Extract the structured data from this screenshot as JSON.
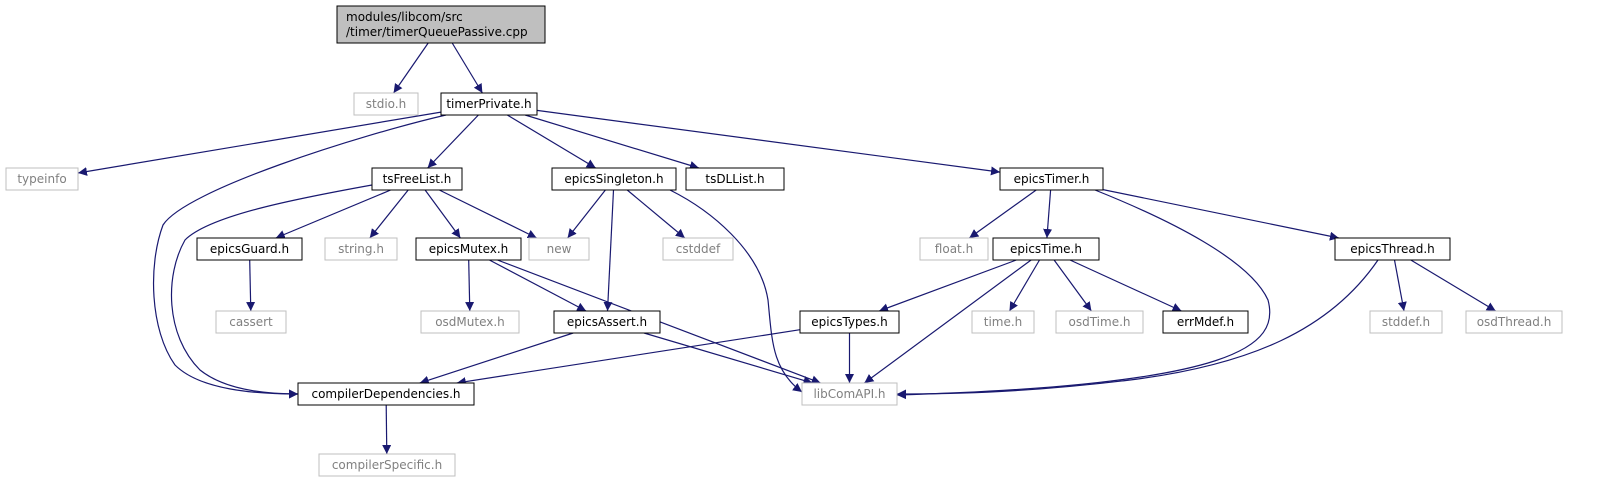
{
  "diagram": {
    "title": "modules/libcom/src/timer/timerQueuePassive.cpp",
    "colors": {
      "edge": "#191970",
      "node_border": "#000000",
      "external_border": "#bfbfbf",
      "external_text": "#808080",
      "root_fill": "#bfbfbf",
      "node_text": "#000000"
    },
    "nodes": [
      {
        "id": "root",
        "lines": [
          "modules/libcom/src",
          "/timer/timerQueuePassive.cpp"
        ],
        "style": "root"
      },
      {
        "id": "stdio",
        "lines": [
          "stdio.h"
        ],
        "style": "external"
      },
      {
        "id": "timerPrivate",
        "lines": [
          "timerPrivate.h"
        ],
        "style": "internal"
      },
      {
        "id": "typeinfo",
        "lines": [
          "typeinfo"
        ],
        "style": "external"
      },
      {
        "id": "tsFreeList",
        "lines": [
          "tsFreeList.h"
        ],
        "style": "internal"
      },
      {
        "id": "epicsSingleton",
        "lines": [
          "epicsSingleton.h"
        ],
        "style": "internal"
      },
      {
        "id": "tsDLList",
        "lines": [
          "tsDLList.h"
        ],
        "style": "internal"
      },
      {
        "id": "epicsTimer",
        "lines": [
          "epicsTimer.h"
        ],
        "style": "internal"
      },
      {
        "id": "epicsGuard",
        "lines": [
          "epicsGuard.h"
        ],
        "style": "internal"
      },
      {
        "id": "string",
        "lines": [
          "string.h"
        ],
        "style": "external"
      },
      {
        "id": "epicsMutex",
        "lines": [
          "epicsMutex.h"
        ],
        "style": "internal"
      },
      {
        "id": "new",
        "lines": [
          "new"
        ],
        "style": "external"
      },
      {
        "id": "cstddef",
        "lines": [
          "cstddef"
        ],
        "style": "external"
      },
      {
        "id": "float",
        "lines": [
          "float.h"
        ],
        "style": "external"
      },
      {
        "id": "epicsTime",
        "lines": [
          "epicsTime.h"
        ],
        "style": "internal"
      },
      {
        "id": "epicsThread",
        "lines": [
          "epicsThread.h"
        ],
        "style": "internal"
      },
      {
        "id": "cassert",
        "lines": [
          "cassert"
        ],
        "style": "external"
      },
      {
        "id": "osdMutex",
        "lines": [
          "osdMutex.h"
        ],
        "style": "external"
      },
      {
        "id": "epicsAssert",
        "lines": [
          "epicsAssert.h"
        ],
        "style": "internal"
      },
      {
        "id": "epicsTypes",
        "lines": [
          "epicsTypes.h"
        ],
        "style": "internal"
      },
      {
        "id": "time",
        "lines": [
          "time.h"
        ],
        "style": "external"
      },
      {
        "id": "osdTime",
        "lines": [
          "osdTime.h"
        ],
        "style": "external"
      },
      {
        "id": "errMdef",
        "lines": [
          "errMdef.h"
        ],
        "style": "internal"
      },
      {
        "id": "stddef",
        "lines": [
          "stddef.h"
        ],
        "style": "external"
      },
      {
        "id": "osdThread",
        "lines": [
          "osdThread.h"
        ],
        "style": "external"
      },
      {
        "id": "compilerDependencies",
        "lines": [
          "compilerDependencies.h"
        ],
        "style": "internal"
      },
      {
        "id": "libComAPI",
        "lines": [
          "libComAPI.h"
        ],
        "style": "external"
      },
      {
        "id": "compilerSpecific",
        "lines": [
          "compilerSpecific.h"
        ],
        "style": "external"
      }
    ],
    "edges": [
      {
        "from": "root",
        "to": "stdio"
      },
      {
        "from": "root",
        "to": "timerPrivate"
      },
      {
        "from": "timerPrivate",
        "to": "typeinfo"
      },
      {
        "from": "timerPrivate",
        "to": "tsFreeList"
      },
      {
        "from": "timerPrivate",
        "to": "epicsSingleton"
      },
      {
        "from": "timerPrivate",
        "to": "tsDLList"
      },
      {
        "from": "timerPrivate",
        "to": "epicsTimer"
      },
      {
        "from": "timerPrivate",
        "to": "compilerDependencies"
      },
      {
        "from": "tsFreeList",
        "to": "epicsGuard"
      },
      {
        "from": "tsFreeList",
        "to": "string"
      },
      {
        "from": "tsFreeList",
        "to": "epicsMutex"
      },
      {
        "from": "tsFreeList",
        "to": "new"
      },
      {
        "from": "tsFreeList",
        "to": "compilerDependencies"
      },
      {
        "from": "epicsSingleton",
        "to": "new"
      },
      {
        "from": "epicsSingleton",
        "to": "cstddef"
      },
      {
        "from": "epicsSingleton",
        "to": "epicsAssert"
      },
      {
        "from": "epicsSingleton",
        "to": "libComAPI"
      },
      {
        "from": "epicsTimer",
        "to": "float"
      },
      {
        "from": "epicsTimer",
        "to": "epicsTime"
      },
      {
        "from": "epicsTimer",
        "to": "epicsThread"
      },
      {
        "from": "epicsTimer",
        "to": "libComAPI"
      },
      {
        "from": "epicsGuard",
        "to": "cassert"
      },
      {
        "from": "epicsMutex",
        "to": "osdMutex"
      },
      {
        "from": "epicsMutex",
        "to": "epicsAssert"
      },
      {
        "from": "epicsMutex",
        "to": "libComAPI"
      },
      {
        "from": "epicsTime",
        "to": "epicsTypes"
      },
      {
        "from": "epicsTime",
        "to": "time"
      },
      {
        "from": "epicsTime",
        "to": "osdTime"
      },
      {
        "from": "epicsTime",
        "to": "errMdef"
      },
      {
        "from": "epicsTime",
        "to": "libComAPI"
      },
      {
        "from": "epicsThread",
        "to": "stddef"
      },
      {
        "from": "epicsThread",
        "to": "osdThread"
      },
      {
        "from": "epicsThread",
        "to": "libComAPI"
      },
      {
        "from": "epicsAssert",
        "to": "compilerDependencies"
      },
      {
        "from": "epicsAssert",
        "to": "libComAPI"
      },
      {
        "from": "epicsTypes",
        "to": "compilerDependencies"
      },
      {
        "from": "epicsTypes",
        "to": "libComAPI"
      },
      {
        "from": "compilerDependencies",
        "to": "compilerSpecific"
      }
    ]
  }
}
